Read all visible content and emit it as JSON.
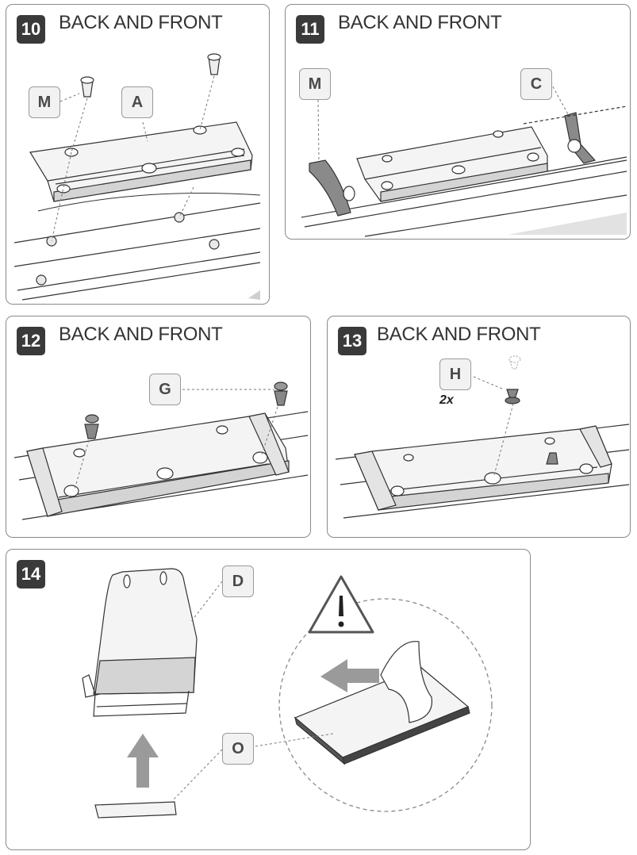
{
  "steps": [
    {
      "number": "10",
      "title": "BACK AND FRONT",
      "callouts": [
        "M",
        "A"
      ]
    },
    {
      "number": "11",
      "title": "BACK AND FRONT",
      "callouts": [
        "M",
        "C"
      ]
    },
    {
      "number": "12",
      "title": "BACK AND FRONT",
      "callouts": [
        "G"
      ]
    },
    {
      "number": "13",
      "title": "BACK AND FRONT",
      "callouts": [
        "H"
      ],
      "quantity": "2x"
    },
    {
      "number": "14",
      "title": "",
      "callouts": [
        "D",
        "O"
      ]
    }
  ],
  "colors": {
    "panel_border": "#8a8a8a",
    "step_badge": "#3a3a3a",
    "part_fill": "#f4f4f4",
    "shade": "#d4d4d4",
    "arrow": "#9a9a9a"
  },
  "icons": [
    "warning-triangle-icon",
    "arrow-up-icon",
    "arrow-left-icon"
  ]
}
